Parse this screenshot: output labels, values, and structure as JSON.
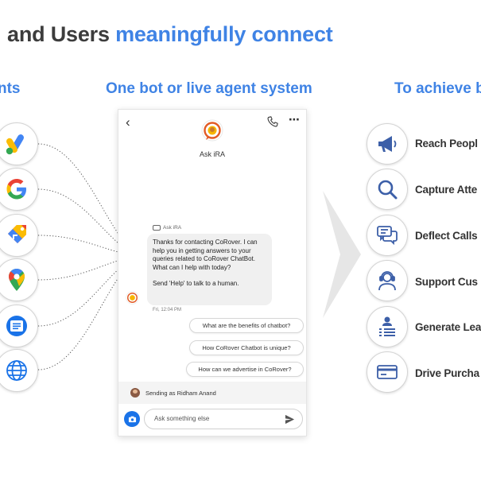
{
  "headline": {
    "part1": "and Users ",
    "part2": "meaningfully connect"
  },
  "columns": {
    "left_title": "nts",
    "middle_title": "One bot or live agent system",
    "right_title": "To achieve b"
  },
  "sources": [
    {
      "icon": "google-ads-icon"
    },
    {
      "icon": "google-icon"
    },
    {
      "icon": "google-shopping-icon"
    },
    {
      "icon": "google-maps-icon"
    },
    {
      "icon": "business-messages-icon"
    },
    {
      "icon": "web-globe-icon"
    }
  ],
  "chat": {
    "bot_name": "Ask iRA",
    "sender_tag": "Ask iRA",
    "message_line1": "Thanks for contacting CoRover. I can help you in getting answers to your queries related to CoRover ChatBot. What can I help with today?",
    "message_line2": "Send 'Help' to talk to a human.",
    "timestamp": "Fri, 12:04 PM",
    "suggestions": [
      "What are the benefits of chatbot?",
      "How CoRover Chatbot is unique?",
      "How can we advertise in CoRover?"
    ],
    "sending_as": "Sending as Ridham Anand",
    "input_placeholder": "Ask something else"
  },
  "goals": [
    {
      "label": "Reach Peopl",
      "icon": "megaphone-icon"
    },
    {
      "label": "Capture Atte",
      "icon": "search-icon"
    },
    {
      "label": "Deflect Calls",
      "icon": "chat-bubbles-icon"
    },
    {
      "label": "Support Cus",
      "icon": "headset-agent-icon"
    },
    {
      "label": "Generate Lea",
      "icon": "lead-list-icon"
    },
    {
      "label": "Drive Purcha",
      "icon": "credit-card-icon"
    }
  ],
  "colors": {
    "accent_blue": "#3f83e5",
    "dark_text": "#3c3c3c",
    "icon_blue": "#3c5fa8",
    "google_blue": "#4285f4",
    "google_red": "#ea4335",
    "google_yellow": "#fbbc04",
    "google_green": "#34a853"
  }
}
